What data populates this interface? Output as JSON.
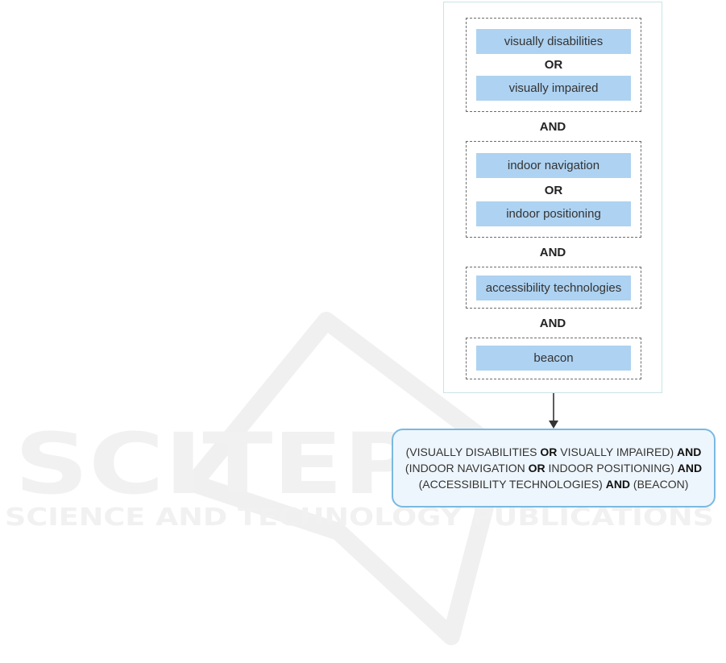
{
  "watermark": {
    "line1": "SCITEPRESS",
    "line2": "SCIENCE AND TECHNOLOGY PUBLICATIONS"
  },
  "groups": [
    {
      "terms": [
        "visually disabilities",
        "visually impaired"
      ],
      "inner_operator": "OR"
    },
    {
      "terms": [
        "indoor navigation",
        "indoor positioning"
      ],
      "inner_operator": "OR"
    },
    {
      "terms": [
        "accessibility technologies"
      ]
    },
    {
      "terms": [
        "beacon"
      ]
    }
  ],
  "between_operators": [
    "AND",
    "AND",
    "AND"
  ],
  "query": {
    "line1": [
      "(VISUALLY DISABILITIES ",
      "OR",
      " VISUALLY IMPAIRED) ",
      "AND"
    ],
    "line2": [
      "(INDOOR NAVIGATION ",
      "OR",
      " INDOOR POSITIONING) ",
      "AND"
    ],
    "line3": [
      "(ACCESSIBILITY TECHNOLOGIES) ",
      "AND",
      " (BEACON)"
    ]
  },
  "colors": {
    "term_fill": "#aed2f1",
    "result_border": "#7ab9e2",
    "result_fill": "#eef6fd",
    "outer_border": "#c9e4e6"
  }
}
